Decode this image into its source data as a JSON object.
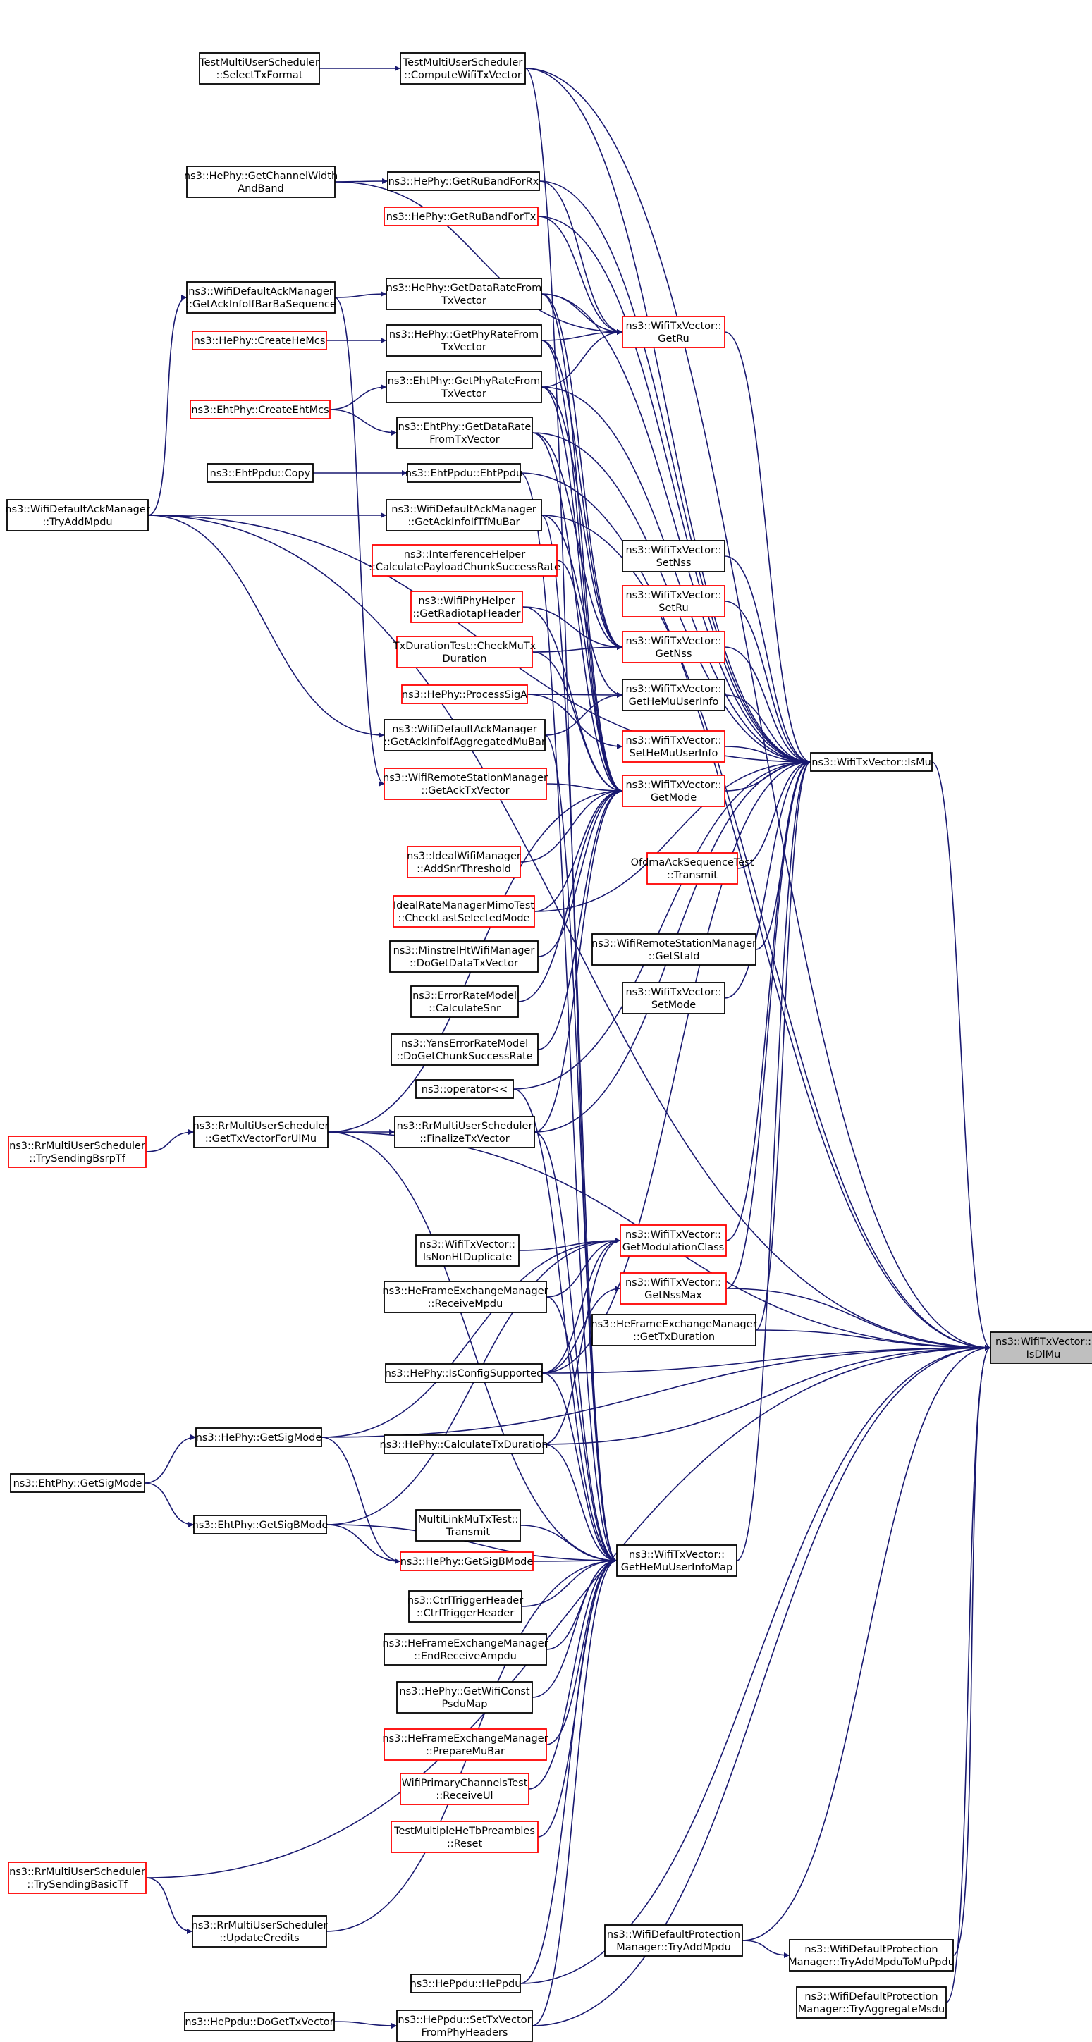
{
  "colors": {
    "edge": "#191970",
    "node_border_black": "#000000",
    "node_border_red": "#ff0000",
    "target_fill": "#bfbfbf"
  },
  "nodes": [
    {
      "id": "IsDlMu",
      "lines": [
        "ns3::WifiTxVector::",
        "IsDlMu"
      ],
      "border": "black",
      "highlight": true
    },
    {
      "id": "IsMu",
      "lines": [
        "ns3::WifiTxVector::IsMu"
      ],
      "border": "black"
    },
    {
      "id": "GetHeMuUserInfoMap",
      "lines": [
        "ns3::WifiTxVector::",
        "GetHeMuUserInfoMap"
      ],
      "border": "black"
    },
    {
      "id": "GetModulationClass",
      "lines": [
        "ns3::WifiTxVector::",
        "GetModulationClass"
      ],
      "border": "red"
    },
    {
      "id": "GetNssMax",
      "lines": [
        "ns3::WifiTxVector::",
        "GetNssMax"
      ],
      "border": "red"
    },
    {
      "id": "GetRu",
      "lines": [
        "ns3::WifiTxVector::",
        "GetRu"
      ],
      "border": "red"
    },
    {
      "id": "GetNss",
      "lines": [
        "ns3::WifiTxVector::",
        "GetNss"
      ],
      "border": "red"
    },
    {
      "id": "GetHeMuUserInfo",
      "lines": [
        "ns3::WifiTxVector::",
        "GetHeMuUserInfo"
      ],
      "border": "black"
    },
    {
      "id": "SetHeMuUserInfo",
      "lines": [
        "ns3::WifiTxVector::",
        "SetHeMuUserInfo"
      ],
      "border": "red"
    },
    {
      "id": "GetMode",
      "lines": [
        "ns3::WifiTxVector::",
        "GetMode"
      ],
      "border": "red"
    },
    {
      "id": "SetNss",
      "lines": [
        "ns3::WifiTxVector::",
        "SetNss"
      ],
      "border": "black"
    },
    {
      "id": "SetRu",
      "lines": [
        "ns3::WifiTxVector::",
        "SetRu"
      ],
      "border": "red"
    },
    {
      "id": "OfdmaAck",
      "lines": [
        "OfdmaAckSequenceTest",
        "::Transmit"
      ],
      "border": "red"
    },
    {
      "id": "GetStaId",
      "lines": [
        "ns3::WifiRemoteStationManager",
        "::GetStaId"
      ],
      "border": "black"
    },
    {
      "id": "SetMode",
      "lines": [
        "ns3::WifiTxVector::",
        "SetMode"
      ],
      "border": "black"
    },
    {
      "id": "HeFemGetTxDuration",
      "lines": [
        "ns3::HeFrameExchangeManager",
        "::GetTxDuration"
      ],
      "border": "black"
    },
    {
      "id": "TestMUSelect",
      "lines": [
        "TestMultiUserScheduler",
        "::SelectTxFormat"
      ],
      "border": "black"
    },
    {
      "id": "TestMUCompute",
      "lines": [
        "TestMultiUserScheduler",
        "::ComputeWifiTxVector"
      ],
      "border": "black"
    },
    {
      "id": "GetChannelWidth",
      "lines": [
        "ns3::HePhy::GetChannelWidth",
        "AndBand"
      ],
      "border": "black"
    },
    {
      "id": "GetRuBandForRx",
      "lines": [
        "ns3::HePhy::GetRuBandForRx"
      ],
      "border": "black"
    },
    {
      "id": "GetRuBandForTx",
      "lines": [
        "ns3::HePhy::GetRuBandForTx"
      ],
      "border": "red"
    },
    {
      "id": "AckInfoBar",
      "lines": [
        "ns3::WifiDefaultAckManager",
        "::GetAckInfoIfBarBaSequence"
      ],
      "border": "black"
    },
    {
      "id": "HeGetDataRate",
      "lines": [
        "ns3::HePhy::GetDataRateFrom",
        "TxVector"
      ],
      "border": "black"
    },
    {
      "id": "CreateHeMcs",
      "lines": [
        "ns3::HePhy::CreateHeMcs"
      ],
      "border": "red"
    },
    {
      "id": "HeGetPhyRate",
      "lines": [
        "ns3::HePhy::GetPhyRateFrom",
        "TxVector"
      ],
      "border": "black"
    },
    {
      "id": "EhtGetPhyRate",
      "lines": [
        "ns3::EhtPhy::GetPhyRateFrom",
        "TxVector"
      ],
      "border": "black"
    },
    {
      "id": "CreateEhtMcs",
      "lines": [
        "ns3::EhtPhy::CreateEhtMcs"
      ],
      "border": "red"
    },
    {
      "id": "EhtGetDataRate",
      "lines": [
        "ns3::EhtPhy::GetDataRate",
        "FromTxVector"
      ],
      "border": "black"
    },
    {
      "id": "EhtCopy",
      "lines": [
        "ns3::EhtPpdu::Copy"
      ],
      "border": "black"
    },
    {
      "id": "EhtPpdu",
      "lines": [
        "ns3::EhtPpdu::EhtPpdu"
      ],
      "border": "black"
    },
    {
      "id": "TryAddMpdu",
      "lines": [
        "ns3::WifiDefaultAckManager",
        "::TryAddMpdu"
      ],
      "border": "black"
    },
    {
      "id": "AckInfoTf",
      "lines": [
        "ns3::WifiDefaultAckManager",
        "::GetAckInfoIfTfMuBar"
      ],
      "border": "black"
    },
    {
      "id": "Interference",
      "lines": [
        "ns3::InterferenceHelper",
        "::CalculatePayloadChunkSuccessRate"
      ],
      "border": "red"
    },
    {
      "id": "Radiotap",
      "lines": [
        "ns3::WifiPhyHelper",
        "::GetRadiotapHeader"
      ],
      "border": "red"
    },
    {
      "id": "TxDurTest",
      "lines": [
        "TxDurationTest::CheckMuTx",
        "Duration"
      ],
      "border": "red"
    },
    {
      "id": "ProcessSigA",
      "lines": [
        "ns3::HePhy::ProcessSigA"
      ],
      "border": "red"
    },
    {
      "id": "AckInfoAgg",
      "lines": [
        "ns3::WifiDefaultAckManager",
        "::GetAckInfoIfAggregatedMuBar"
      ],
      "border": "black"
    },
    {
      "id": "GetAckTx",
      "lines": [
        "ns3::WifiRemoteStationManager",
        "::GetAckTxVector"
      ],
      "border": "red"
    },
    {
      "id": "IdealAddSnr",
      "lines": [
        "ns3::IdealWifiManager",
        "::AddSnrThreshold"
      ],
      "border": "red"
    },
    {
      "id": "IdealRateTest",
      "lines": [
        "IdealRateManagerMimoTest",
        "::CheckLastSelectedMode"
      ],
      "border": "red"
    },
    {
      "id": "Minstrel",
      "lines": [
        "ns3::MinstrelHtWifiManager",
        "::DoGetDataTxVector"
      ],
      "border": "black"
    },
    {
      "id": "ErrorRate",
      "lines": [
        "ns3::ErrorRateModel",
        "::CalculateSnr"
      ],
      "border": "black"
    },
    {
      "id": "YansError",
      "lines": [
        "ns3::YansErrorRateModel",
        "::DoGetChunkSuccessRate"
      ],
      "border": "black"
    },
    {
      "id": "OpShift",
      "lines": [
        "ns3::operator<<"
      ],
      "border": "black"
    },
    {
      "id": "RrBsrp",
      "lines": [
        "ns3::RrMultiUserScheduler",
        "::TrySendingBsrpTf"
      ],
      "border": "red"
    },
    {
      "id": "RrGetTxUl",
      "lines": [
        "ns3::RrMultiUserScheduler",
        "::GetTxVectorForUlMu"
      ],
      "border": "black"
    },
    {
      "id": "RrFinalize",
      "lines": [
        "ns3::RrMultiUserScheduler",
        "::FinalizeTxVector"
      ],
      "border": "black"
    },
    {
      "id": "IsNonHtDup",
      "lines": [
        "ns3::WifiTxVector::",
        "IsNonHtDuplicate"
      ],
      "border": "black"
    },
    {
      "id": "HeFemReceive",
      "lines": [
        "ns3::HeFrameExchangeManager",
        "::ReceiveMpdu"
      ],
      "border": "black"
    },
    {
      "id": "IsConfigSupported",
      "lines": [
        "ns3::HePhy::IsConfigSupported"
      ],
      "border": "black"
    },
    {
      "id": "HeGetSigMode",
      "lines": [
        "ns3::HePhy::GetSigMode"
      ],
      "border": "black"
    },
    {
      "id": "CalcTxDuration",
      "lines": [
        "ns3::HePhy::CalculateTxDuration"
      ],
      "border": "black"
    },
    {
      "id": "EhtGetSigMode",
      "lines": [
        "ns3::EhtPhy::GetSigMode"
      ],
      "border": "black"
    },
    {
      "id": "EhtGetSigBMode",
      "lines": [
        "ns3::EhtPhy::GetSigBMode"
      ],
      "border": "black"
    },
    {
      "id": "MultiLink",
      "lines": [
        "MultiLinkMuTxTest::",
        "Transmit"
      ],
      "border": "black"
    },
    {
      "id": "HeGetSigBMode",
      "lines": [
        "ns3::HePhy::GetSigBMode"
      ],
      "border": "red"
    },
    {
      "id": "CtrlTrigger",
      "lines": [
        "ns3::CtrlTriggerHeader",
        "::CtrlTriggerHeader"
      ],
      "border": "black"
    },
    {
      "id": "HeFemEndRecv",
      "lines": [
        "ns3::HeFrameExchangeManager",
        "::EndReceiveAmpdu"
      ],
      "border": "black"
    },
    {
      "id": "GetWifiConst",
      "lines": [
        "ns3::HePhy::GetWifiConst",
        "PsduMap"
      ],
      "border": "black"
    },
    {
      "id": "PrepareMuBar",
      "lines": [
        "ns3::HeFrameExchangeManager",
        "::PrepareMuBar"
      ],
      "border": "red"
    },
    {
      "id": "WifiPrimary",
      "lines": [
        "WifiPrimaryChannelsTest",
        "::ReceiveUl"
      ],
      "border": "red"
    },
    {
      "id": "TestMultipleHeTb",
      "lines": [
        "TestMultipleHeTbPreambles",
        "::Reset"
      ],
      "border": "red"
    },
    {
      "id": "RrBasicTf",
      "lines": [
        "ns3::RrMultiUserScheduler",
        "::TrySendingBasicTf"
      ],
      "border": "red"
    },
    {
      "id": "RrUpdateCredits",
      "lines": [
        "ns3::RrMultiUserScheduler",
        "::UpdateCredits"
      ],
      "border": "black"
    },
    {
      "id": "DefProtTryAdd",
      "lines": [
        "ns3::WifiDefaultProtection",
        "Manager::TryAddMpdu"
      ],
      "border": "black"
    },
    {
      "id": "DefProtTryAddMu",
      "lines": [
        "ns3::WifiDefaultProtection",
        "Manager::TryAddMpduToMuPpdu"
      ],
      "border": "black"
    },
    {
      "id": "HePpdu",
      "lines": [
        "ns3::HePpdu::HePpdu"
      ],
      "border": "black"
    },
    {
      "id": "DefProtAggMsdu",
      "lines": [
        "ns3::WifiDefaultProtection",
        "Manager::TryAggregateMsdu"
      ],
      "border": "black"
    },
    {
      "id": "DoGetTxVector",
      "lines": [
        "ns3::HePpdu::DoGetTxVector"
      ],
      "border": "black"
    },
    {
      "id": "SetTxVector",
      "lines": [
        "ns3::HePpdu::SetTxVector",
        "FromPhyHeaders"
      ],
      "border": "black"
    }
  ],
  "edges": [
    [
      "TestMUSelect",
      "TestMUCompute"
    ],
    [
      "GetChannelWidth",
      "GetRuBandForRx"
    ],
    [
      "AckInfoBar",
      "HeGetDataRate"
    ],
    [
      "CreateHeMcs",
      "HeGetPhyRate"
    ],
    [
      "CreateEhtMcs",
      "EhtGetPhyRate"
    ],
    [
      "CreateEhtMcs",
      "EhtGetDataRate"
    ],
    [
      "EhtCopy",
      "EhtPpdu"
    ],
    [
      "TryAddMpdu",
      "AckInfoTf"
    ],
    [
      "TryAddMpdu",
      "AckInfoBar"
    ],
    [
      "TryAddMpdu",
      "AckInfoAgg"
    ],
    [
      "AckInfoBar",
      "GetAckTx"
    ],
    [
      "RrBsrp",
      "RrGetTxUl"
    ],
    [
      "RrGetTxUl",
      "RrFinalize"
    ],
    [
      "EhtGetSigMode",
      "HeGetSigMode"
    ],
    [
      "EhtGetSigMode",
      "EhtGetSigBMode"
    ],
    [
      "EhtGetSigBMode",
      "HeGetSigBMode"
    ],
    [
      "HeGetSigMode",
      "HeGetSigBMode"
    ],
    [
      "RrBasicTf",
      "RrUpdateCredits"
    ],
    [
      "DefProtTryAdd",
      "DefProtTryAddMu"
    ],
    [
      "DoGetTxVector",
      "SetTxVector"
    ],
    [
      "GetRuBandForRx",
      "GetRu"
    ],
    [
      "GetRuBandForTx",
      "GetRu"
    ],
    [
      "HeGetDataRate",
      "GetRu"
    ],
    [
      "HeGetPhyRate",
      "GetRu"
    ],
    [
      "EhtGetPhyRate",
      "GetRu"
    ],
    [
      "GetChannelWidth",
      "GetRu"
    ],
    [
      "HeGetDataRate",
      "GetNss"
    ],
    [
      "HeGetPhyRate",
      "GetNss"
    ],
    [
      "EhtGetPhyRate",
      "GetNss"
    ],
    [
      "EhtGetDataRate",
      "GetNss"
    ],
    [
      "Radiotap",
      "GetNss"
    ],
    [
      "TxDurTest",
      "GetNss"
    ],
    [
      "ProcessSigA",
      "GetHeMuUserInfo"
    ],
    [
      "AckInfoAgg",
      "GetHeMuUserInfo"
    ],
    [
      "AckInfoTf",
      "GetHeMuUserInfo"
    ],
    [
      "ProcessSigA",
      "SetHeMuUserInfo"
    ],
    [
      "GetAckTx",
      "GetMode"
    ],
    [
      "HeGetDataRate",
      "GetMode"
    ],
    [
      "HeGetPhyRate",
      "GetMode"
    ],
    [
      "EhtGetPhyRate",
      "GetMode"
    ],
    [
      "EhtGetDataRate",
      "GetMode"
    ],
    [
      "Interference",
      "GetMode"
    ],
    [
      "Radiotap",
      "GetMode"
    ],
    [
      "TxDurTest",
      "GetMode"
    ],
    [
      "IdealAddSnr",
      "GetMode"
    ],
    [
      "IdealRateTest",
      "GetMode"
    ],
    [
      "Minstrel",
      "GetMode"
    ],
    [
      "ErrorRate",
      "GetMode"
    ],
    [
      "YansError",
      "GetMode"
    ],
    [
      "RrGetTxUl",
      "GetMode"
    ],
    [
      "RrFinalize",
      "GetMode"
    ],
    [
      "IsNonHtDup",
      "GetModulationClass"
    ],
    [
      "HeFemReceive",
      "GetModulationClass"
    ],
    [
      "IsConfigSupported",
      "GetModulationClass"
    ],
    [
      "HeGetSigMode",
      "GetModulationClass"
    ],
    [
      "EhtGetSigBMode",
      "GetModulationClass"
    ],
    [
      "CalcTxDuration",
      "GetModulationClass"
    ],
    [
      "IsConfigSupported",
      "GetNssMax"
    ],
    [
      "MultiLink",
      "GetHeMuUserInfoMap"
    ],
    [
      "HeGetSigBMode",
      "GetHeMuUserInfoMap"
    ],
    [
      "CtrlTrigger",
      "GetHeMuUserInfoMap"
    ],
    [
      "HeFemEndRecv",
      "GetHeMuUserInfoMap"
    ],
    [
      "GetWifiConst",
      "GetHeMuUserInfoMap"
    ],
    [
      "PrepareMuBar",
      "GetHeMuUserInfoMap"
    ],
    [
      "WifiPrimary",
      "GetHeMuUserInfoMap"
    ],
    [
      "TestMultipleHeTb",
      "GetHeMuUserInfoMap"
    ],
    [
      "HePpdu",
      "GetHeMuUserInfoMap"
    ],
    [
      "SetTxVector",
      "GetHeMuUserInfoMap"
    ],
    [
      "RrUpdateCredits",
      "GetHeMuUserInfoMap"
    ],
    [
      "IsConfigSupported",
      "GetHeMuUserInfoMap"
    ],
    [
      "CalcTxDuration",
      "GetHeMuUserInfoMap"
    ],
    [
      "HeFemReceive",
      "GetHeMuUserInfoMap"
    ],
    [
      "EhtGetSigBMode",
      "GetHeMuUserInfoMap"
    ],
    [
      "RrGetTxUl",
      "GetHeMuUserInfoMap"
    ],
    [
      "RrFinalize",
      "GetHeMuUserInfoMap"
    ],
    [
      "OpShift",
      "GetHeMuUserInfoMap"
    ],
    [
      "AckInfoAgg",
      "GetHeMuUserInfoMap"
    ],
    [
      "AckInfoTf",
      "GetHeMuUserInfoMap"
    ],
    [
      "EhtPpdu",
      "GetHeMuUserInfoMap"
    ],
    [
      "TestMUCompute",
      "GetHeMuUserInfoMap"
    ],
    [
      "GetRu",
      "IsMu"
    ],
    [
      "GetNss",
      "IsMu"
    ],
    [
      "GetHeMuUserInfo",
      "IsMu"
    ],
    [
      "SetHeMuUserInfo",
      "IsMu"
    ],
    [
      "GetMode",
      "IsMu"
    ],
    [
      "SetNss",
      "IsMu"
    ],
    [
      "SetRu",
      "IsMu"
    ],
    [
      "OfdmaAck",
      "IsMu"
    ],
    [
      "GetStaId",
      "IsMu"
    ],
    [
      "SetMode",
      "IsMu"
    ],
    [
      "GetModulationClass",
      "IsMu"
    ],
    [
      "GetNssMax",
      "IsMu"
    ],
    [
      "HeFemGetTxDuration",
      "IsMu"
    ],
    [
      "GetHeMuUserInfoMap",
      "IsMu"
    ],
    [
      "OpShift",
      "IsMu"
    ],
    [
      "IsConfigSupported",
      "IsMu"
    ],
    [
      "RrFinalize",
      "IsMu"
    ],
    [
      "IdealRateTest",
      "IsMu"
    ],
    [
      "TestMUCompute",
      "IsMu"
    ],
    [
      "GetRuBandForRx",
      "IsMu"
    ],
    [
      "GetRuBandForTx",
      "IsMu"
    ],
    [
      "HeGetDataRate",
      "IsMu"
    ],
    [
      "EhtGetPhyRate",
      "IsMu"
    ],
    [
      "EhtGetDataRate",
      "IsMu"
    ],
    [
      "TryAddMpdu",
      "IsMu"
    ],
    [
      "IsMu",
      "IsDlMu"
    ],
    [
      "HeFemGetTxDuration",
      "IsDlMu"
    ],
    [
      "IsConfigSupported",
      "IsDlMu"
    ],
    [
      "HeGetSigMode",
      "IsDlMu"
    ],
    [
      "CalcTxDuration",
      "IsDlMu"
    ],
    [
      "RrBasicTf",
      "IsDlMu"
    ],
    [
      "DefProtTryAdd",
      "IsDlMu"
    ],
    [
      "DefProtTryAddMu",
      "IsDlMu"
    ],
    [
      "DefProtAggMsdu",
      "IsDlMu"
    ],
    [
      "HePpdu",
      "IsDlMu"
    ],
    [
      "SetTxVector",
      "IsDlMu"
    ],
    [
      "TryAddMpdu",
      "IsDlMu"
    ],
    [
      "TestMUCompute",
      "IsDlMu"
    ],
    [
      "EhtPpdu",
      "IsDlMu"
    ],
    [
      "AckInfoTf",
      "IsDlMu"
    ],
    [
      "RrGetTxUl",
      "IsDlMu"
    ],
    [
      "GetNssMax",
      "IsDlMu"
    ]
  ]
}
